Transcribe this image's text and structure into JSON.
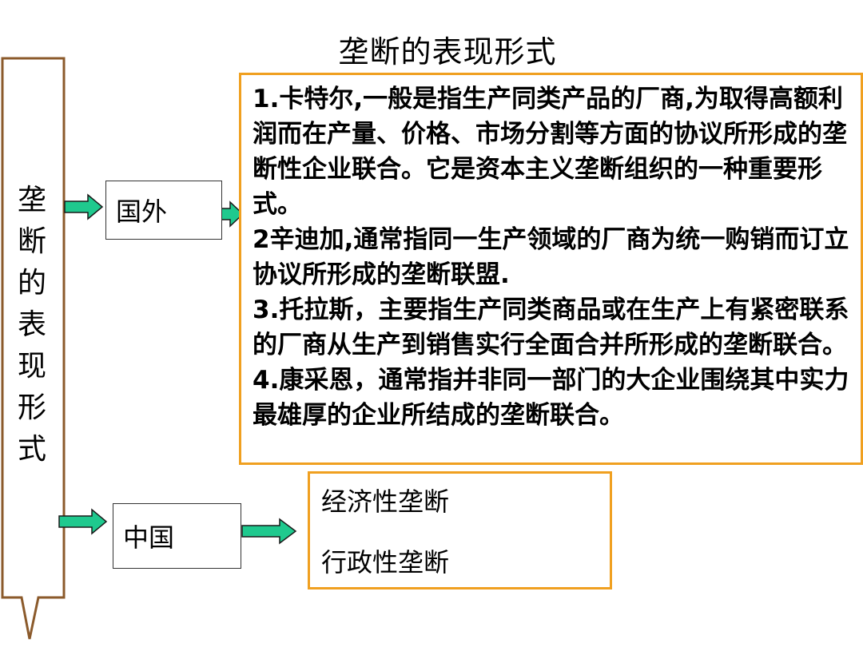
{
  "title": "垄断的表现形式",
  "side_label": "垄\n断\n的\n表\n现\n形\n式",
  "foreign": {
    "label": "国外",
    "detail": "1.卡特尔,一般是指生产同类产品的厂商,为取得高额利润而在产量、价格、市场分割等方面的协议所形成的垄断性企业联合。它是资本主义垄断组织的一种重要形式。\n2辛迪加,通常指同一生产领域的厂商为统一购销而订立协议所形成的垄断联盟.\n3.托拉斯，主要指生产同类商品或在生产上有紧密联系的厂商从生产到销售实行全面合并所形成的垄断联合。\n4.康采恩，通常指并非同一部门的大企业围绕其中实力最雄厚的企业所结成的垄断联合。"
  },
  "china": {
    "label": "中国",
    "items": [
      "经济性垄断",
      "行政性垄断"
    ]
  },
  "colors": {
    "arrow_fill": "#1fc98e",
    "arrow_stroke": "#1a1a1a",
    "callout_border": "#8b5a2b",
    "detail_border": "#f0a020"
  }
}
